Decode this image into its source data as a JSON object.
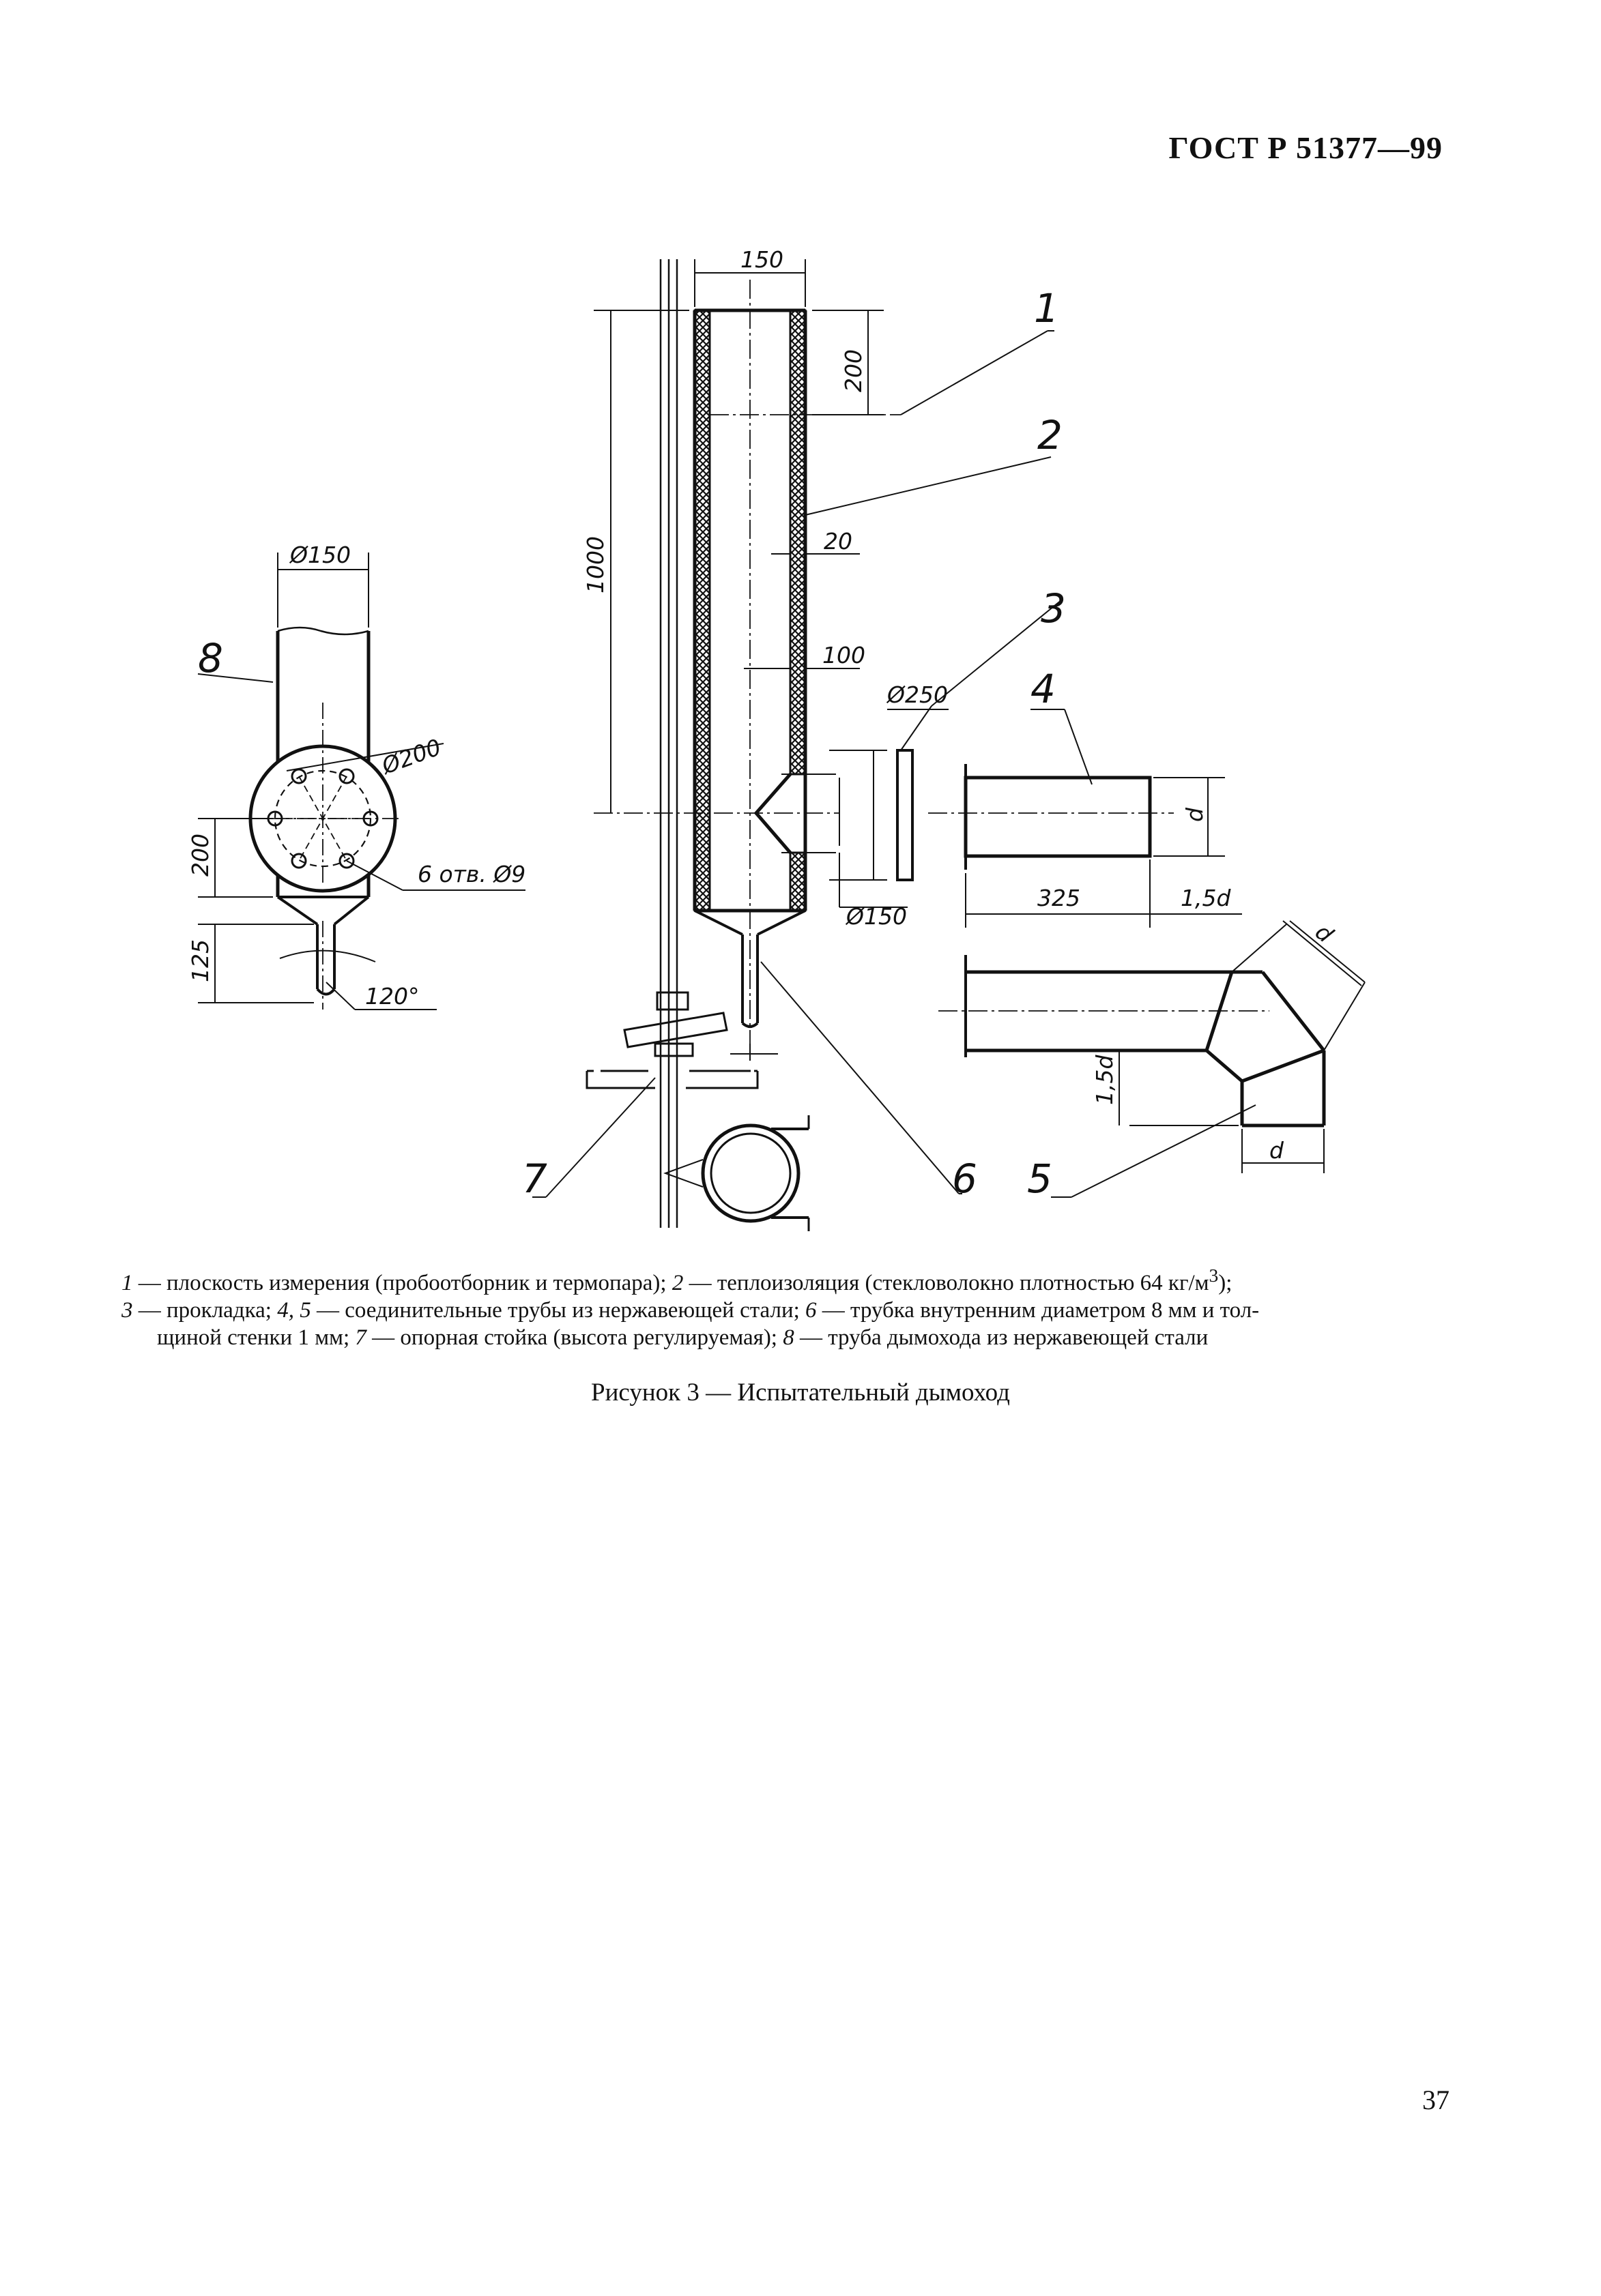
{
  "header": {
    "standard": "ГОСТ Р 51377—99"
  },
  "figure": {
    "dimensions": {
      "d150_top": "150",
      "d200_right": "200",
      "d1000": "1000",
      "d20": "20",
      "d100": "100",
      "d250": "Ø250",
      "d150_bottom": "Ø150",
      "d325": "325",
      "d15d_top": "1,5d",
      "d_vertical": "d",
      "d_diag": "d",
      "d15d_vert": "1,5d",
      "d_bottom": "d",
      "phi150_left": "Ø150",
      "phi200": "Ø200",
      "d200_left": "200",
      "d125": "125",
      "holes": "6 отв. Ø9",
      "angle": "120°"
    },
    "callouts": {
      "c1": "1",
      "c2": "2",
      "c3": "3",
      "c4": "4",
      "c5": "5",
      "c6": "6",
      "c7": "7",
      "c8": "8"
    }
  },
  "legend": {
    "l1_num": "1",
    "l1_text": " — плоскость измерения (пробоотборник и термопара); ",
    "l2_num": "2",
    "l2_text": " — теплоизоляция (стекловолокно плотностью 64 кг/м",
    "l2_sup": "3",
    "l2_end": ");",
    "l3_num": "3",
    "l3_text": " — прокладка; ",
    "l45_num": "4, 5",
    "l45_text": " — соединительные трубы из нержавеющей стали; ",
    "l6_num": "6",
    "l6_text": " — трубка внутренним диаметром 8 мм и тол-",
    "l6_cont": "щиной стенки 1 мм; ",
    "l7_num": "7",
    "l7_text": " — опорная стойка (высота регулируемая); ",
    "l8_num": "8",
    "l8_text": " — труба дымохода из нержавеющей стали"
  },
  "caption": "Рисунок 3 — Испытательный дымоход",
  "page_number": "37"
}
